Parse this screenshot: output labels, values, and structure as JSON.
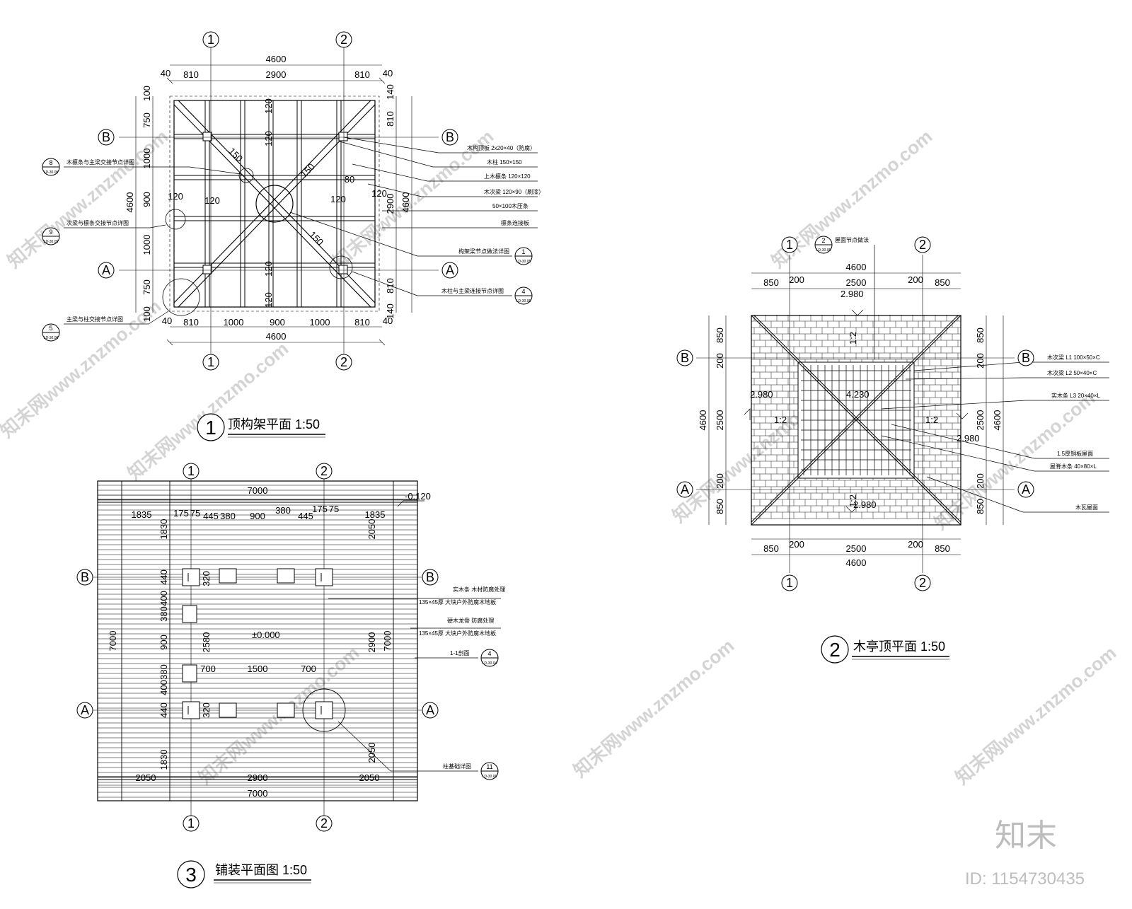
{
  "drawings": {
    "roof_frame": {
      "title_num": "1",
      "title": "顶构架平面 1:50",
      "grid": [
        "1",
        "2",
        "A",
        "B"
      ],
      "dims_top": [
        "4600",
        "40",
        "810",
        "2900",
        "810",
        "40"
      ],
      "dims_bottom": [
        "40",
        "810",
        "1000",
        "900",
        "1000",
        "810",
        "40",
        "4600"
      ],
      "dims_left": [
        "100",
        "750",
        "1000",
        "900",
        "1000",
        "750",
        "100",
        "4600"
      ],
      "dims_right": [
        "140",
        "810",
        "2900",
        "4600",
        "810",
        "140"
      ],
      "inner_dims": [
        "120",
        "120",
        "120",
        "120",
        "150",
        "120",
        "120",
        "80",
        "120",
        "120",
        "150",
        "150"
      ],
      "notes_right": [
        "木构顶板 2x20×40（防腐）",
        "木柱 150×150",
        "上木檩条 120×120",
        "木次梁 120×90（刷漆）",
        "50×100木压条",
        "檩条连接板",
        "构架梁节点做法详图",
        "木柱与主梁连接节点详图"
      ],
      "refs_right": [
        {
          "n": "1",
          "sheet": "LD-30.05"
        },
        {
          "n": "4",
          "sheet": "LD-30.06"
        }
      ],
      "notes_left": [
        "木檩条与主梁交接节点详图",
        "次梁与檩条交接节点详图",
        "主梁与柱交接节点详图"
      ],
      "refs_left": [
        {
          "n": "8",
          "sheet": "LD-30.05"
        },
        {
          "n": "9",
          "sheet": "LD-30.05"
        },
        {
          "n": "5",
          "sheet": "LD-30.06"
        }
      ]
    },
    "roof_plan": {
      "title_num": "2",
      "title": "木亭顶平面 1:50",
      "grid": [
        "1",
        "2",
        "A",
        "B"
      ],
      "dims_top": [
        "4600",
        "850",
        "200",
        "2500",
        "200",
        "850"
      ],
      "dims_bottom": [
        "850",
        "200",
        "2500",
        "200",
        "850",
        "4600"
      ],
      "dims_side": [
        "850",
        "200",
        "2500",
        "200",
        "850",
        "4600"
      ],
      "elevations": [
        "2.980",
        "2.980",
        "2.980",
        "2.980",
        "4.230"
      ],
      "slopes": [
        "1:2",
        "1:2",
        "1:2",
        "1:2"
      ],
      "ref_top": {
        "n": "2",
        "sheet": "LD-30.05",
        "note": "屋面节点做法"
      },
      "notes": [
        "木次梁 L1 100×50×C",
        "木次梁 L2 50×40×C",
        "实木条 L3 20×40×L",
        "1.5厚铜板屋面",
        "屋脊木条 40×80×L",
        "木瓦屋面"
      ]
    },
    "paving_plan": {
      "title_num": "3",
      "title": "铺装平面图 1:50",
      "grid": [
        "1",
        "2",
        "A",
        "B"
      ],
      "level": "-0.120",
      "center_level": "±0.000",
      "dims_top": [
        "7000",
        "1835",
        "175",
        "75",
        "445",
        "380",
        "900",
        "380",
        "445",
        "175",
        "75",
        "1835"
      ],
      "dims_bottom": [
        "2050",
        "2900",
        "2050",
        "7000"
      ],
      "dims_left": [
        "1830",
        "440",
        "400",
        "380",
        "900",
        "380",
        "400",
        "440",
        "1830",
        "7000"
      ],
      "dims_right": [
        "2050",
        "2900",
        "2050",
        "7000"
      ],
      "inner_dims": [
        "320",
        "2580",
        "320",
        "700",
        "1500",
        "700"
      ],
      "notes": [
        "实木条 木材防腐处理",
        "135×45厚 大块户外防腐木地板",
        "硬木龙骨 防腐处理",
        "135×45厚 大块户外防腐木地板"
      ],
      "refs": [
        {
          "n": "4",
          "sheet": "LD-30.04",
          "note": "1-1剖面"
        },
        {
          "n": "11",
          "sheet": "LD-30.06",
          "note": "柱基础详图"
        }
      ]
    }
  },
  "watermark": {
    "text": "知末网www.znzmo.com",
    "brand": "知末",
    "id": "ID: 1154730435"
  }
}
